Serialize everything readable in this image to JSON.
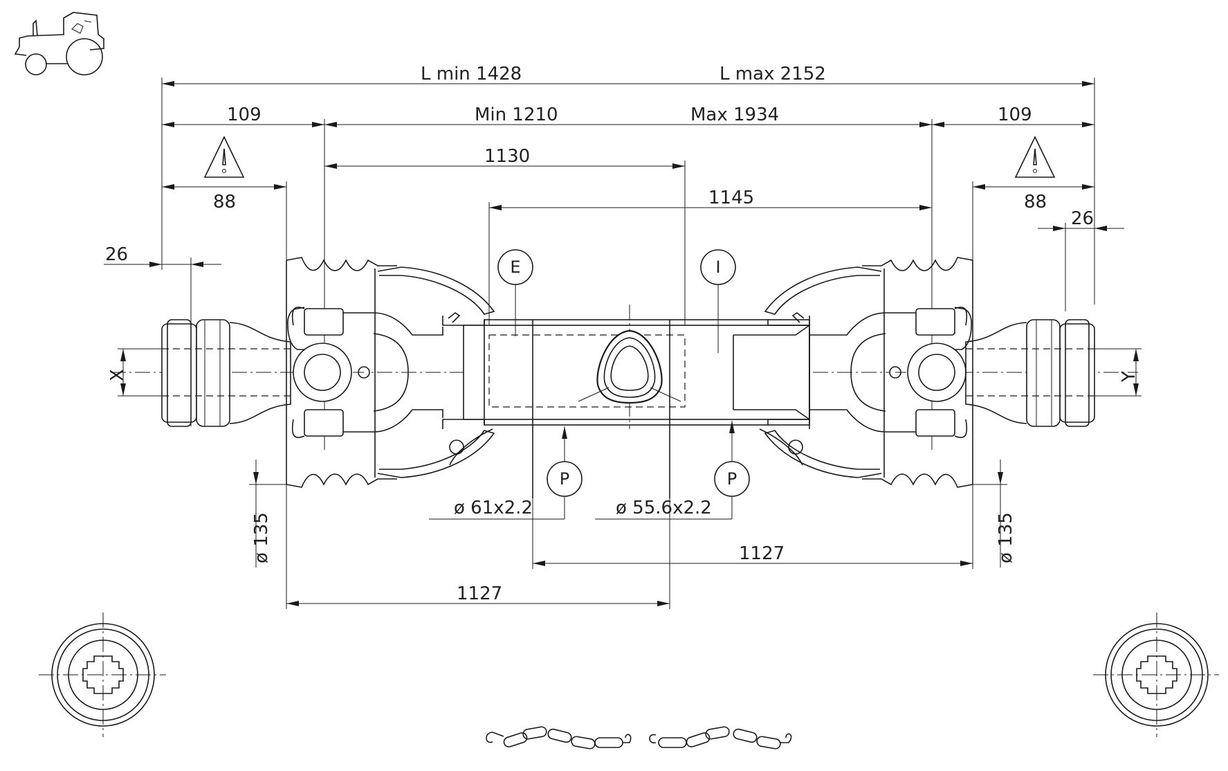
{
  "dimensions": {
    "l_min": "L  min  1428",
    "l_max": "L  max  2152",
    "left_109": "109",
    "right_109": "109",
    "min_1210": "Min  1210",
    "max_1934": "Max  1934",
    "d_1130": "1130",
    "d_1145": "1145",
    "left_88": "88",
    "right_88": "88",
    "left_26": "26",
    "right_26": "26",
    "tube_outer": "ø  61x2.2",
    "tube_inner": "ø  55.6x2.2",
    "guard_left": "ø  135",
    "guard_right": "ø  135",
    "bottom_1127_a": "1127",
    "bottom_1127_b": "1127",
    "x_label": "X",
    "y_label": "Y"
  },
  "callouts": {
    "external": "E",
    "internal": "I",
    "profile_left": "P",
    "profile_right": "P"
  },
  "icons": [
    "tractor-icon",
    "warning-triangle-icon",
    "spline-end-view-icon",
    "safety-chain-icon"
  ],
  "colors": {
    "line": "#1a1a1a",
    "background": "#ffffff"
  }
}
